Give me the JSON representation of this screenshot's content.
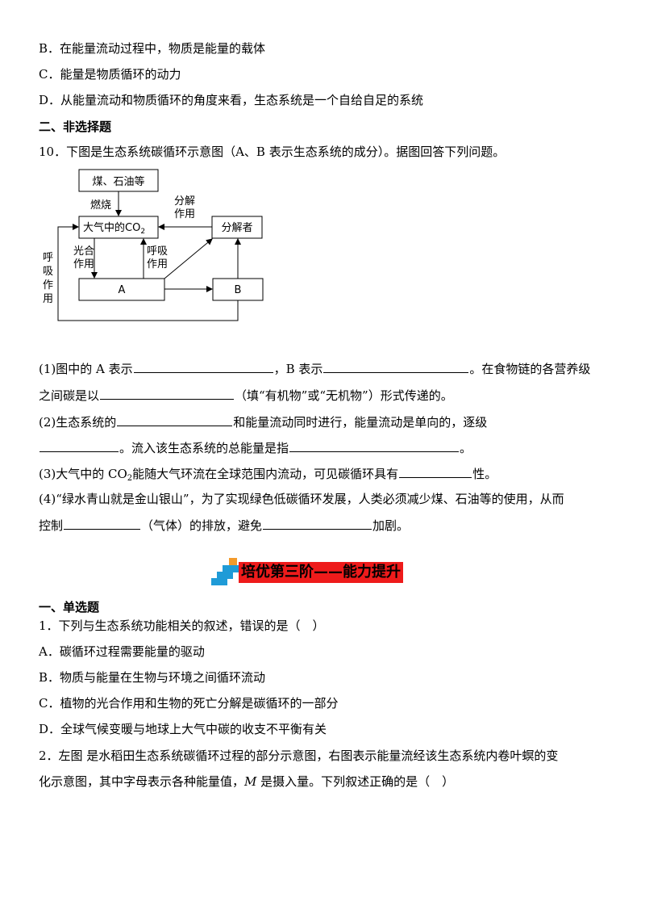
{
  "options_prev": [
    "B．在能量流动过程中，物质是能量的载体",
    "C．能量是物质循环的动力",
    "D．从能量流动和物质循环的角度来看，生态系统是一个自给自足的系统"
  ],
  "section_2": "二、非选择题",
  "q10": {
    "stem": "10．下图是生态系统碳循环示意图（A、B 表示生态系统的成分）。据图回答下列问题。",
    "diagram": {
      "coal": "煤、石油等",
      "burn": "燃烧",
      "co2": "大气中的CO",
      "co2_sub": "2",
      "decomposer": "分解者",
      "decomp_label_1": "分解",
      "decomp_label_2": "作用",
      "photo_1": "光合",
      "photo_2": "作用",
      "resp_1": "呼吸",
      "resp_2": "作用",
      "left_resp": [
        "呼",
        "吸",
        "作",
        "用"
      ],
      "box_a": "A",
      "box_b": "B"
    },
    "p1": {
      "a": "(1)图中的 A 表示",
      "b": "，B 表示",
      "c": "。在食物链的各营养级",
      "d": "之间碳是以",
      "e": "（填“有机物”或“无机物”）形式传递的。"
    },
    "p2": {
      "a": "(2)生态系统的",
      "b": "和能量流动同时进行，能量流动是单向的，逐级",
      "c": "。流入该生态系统的总能量是指",
      "d": "。"
    },
    "p3": {
      "a": "(3)大气中的 CO",
      "sub": "2",
      "b": "能随大气环流在全球范围内流动，可见碳循环具有",
      "c": "性。"
    },
    "p4": {
      "a": "(4)“绿水青山就是金山银山”，为了实现绿色低碳循环发展，人类必须减少煤、石油等的使用，从而",
      "b": "控制",
      "c": "（气体）的排放，避免",
      "d": "加剧。"
    }
  },
  "banner": {
    "text": "培优第三阶——能力提升",
    "color": "#ee1b1b"
  },
  "section_1": "一、单选题",
  "q1": {
    "stem": "1．下列与生态系统功能相关的叙述，错误的是（　）",
    "options": [
      "A．碳循环过程需要能量的驱动",
      "B．物质与能量在生物与环境之间循环流动",
      "C．植物的光合作用和生物的死亡分解是碳循环的一部分",
      "D．全球气候变暖与地球上大气中碳的收支不平衡有关"
    ]
  },
  "q2": {
    "line1": "2．左图 是水稻田生态系统碳循环过程的部分示意图，右图表示能量流经该生态系统内卷叶螟的变",
    "line2_a": "化示意图，其中字母表示各种能量值，",
    "line2_m1": "M",
    "line2_b": " 是摄入量。下列叙述正确的是（　）"
  }
}
